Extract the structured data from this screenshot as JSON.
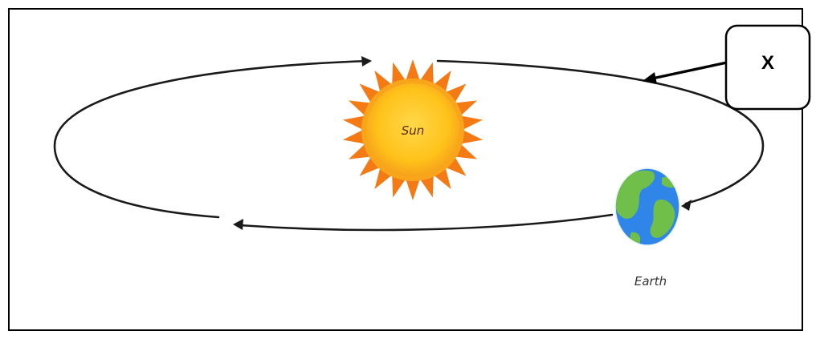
{
  "labels": {
    "sun": "Sun",
    "earth": "Earth",
    "x_marker": "X"
  },
  "colors": {
    "sun_core": "#ffc21a",
    "sun_rays": "#f47a16",
    "ocean": "#2f86e8",
    "land": "#6fbf4a",
    "orbit": "#1a1a1a",
    "border": "#000000"
  }
}
